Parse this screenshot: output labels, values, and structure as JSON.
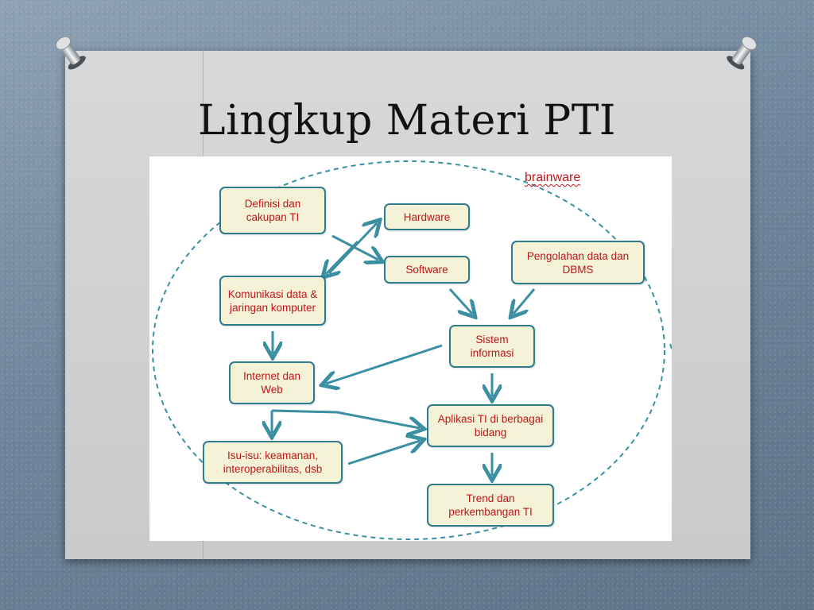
{
  "slide": {
    "title": "Lingkup Materi PTI"
  },
  "diagram": {
    "brand": "brainware",
    "nodes": {
      "definisi": "Definisi dan cakupan TI",
      "hardware": "Hardware",
      "software": "Software",
      "pengolahan": "Pengolahan data dan DBMS",
      "komunikasi": "Komunikasi data & jaringan komputer",
      "sistem": "Sistem informasi",
      "internet": "Internet dan Web",
      "aplikasi": "Aplikasi TI di berbagai bidang",
      "isu": "Isu-isu: keamanan, interoperabilitas, dsb",
      "trend": "Trend dan perkembangan TI"
    },
    "colors": {
      "node_border": "#2f7a8b",
      "node_fill": "#f3f2d6",
      "node_text": "#c0171b",
      "arrow": "#3a8fa3"
    }
  }
}
